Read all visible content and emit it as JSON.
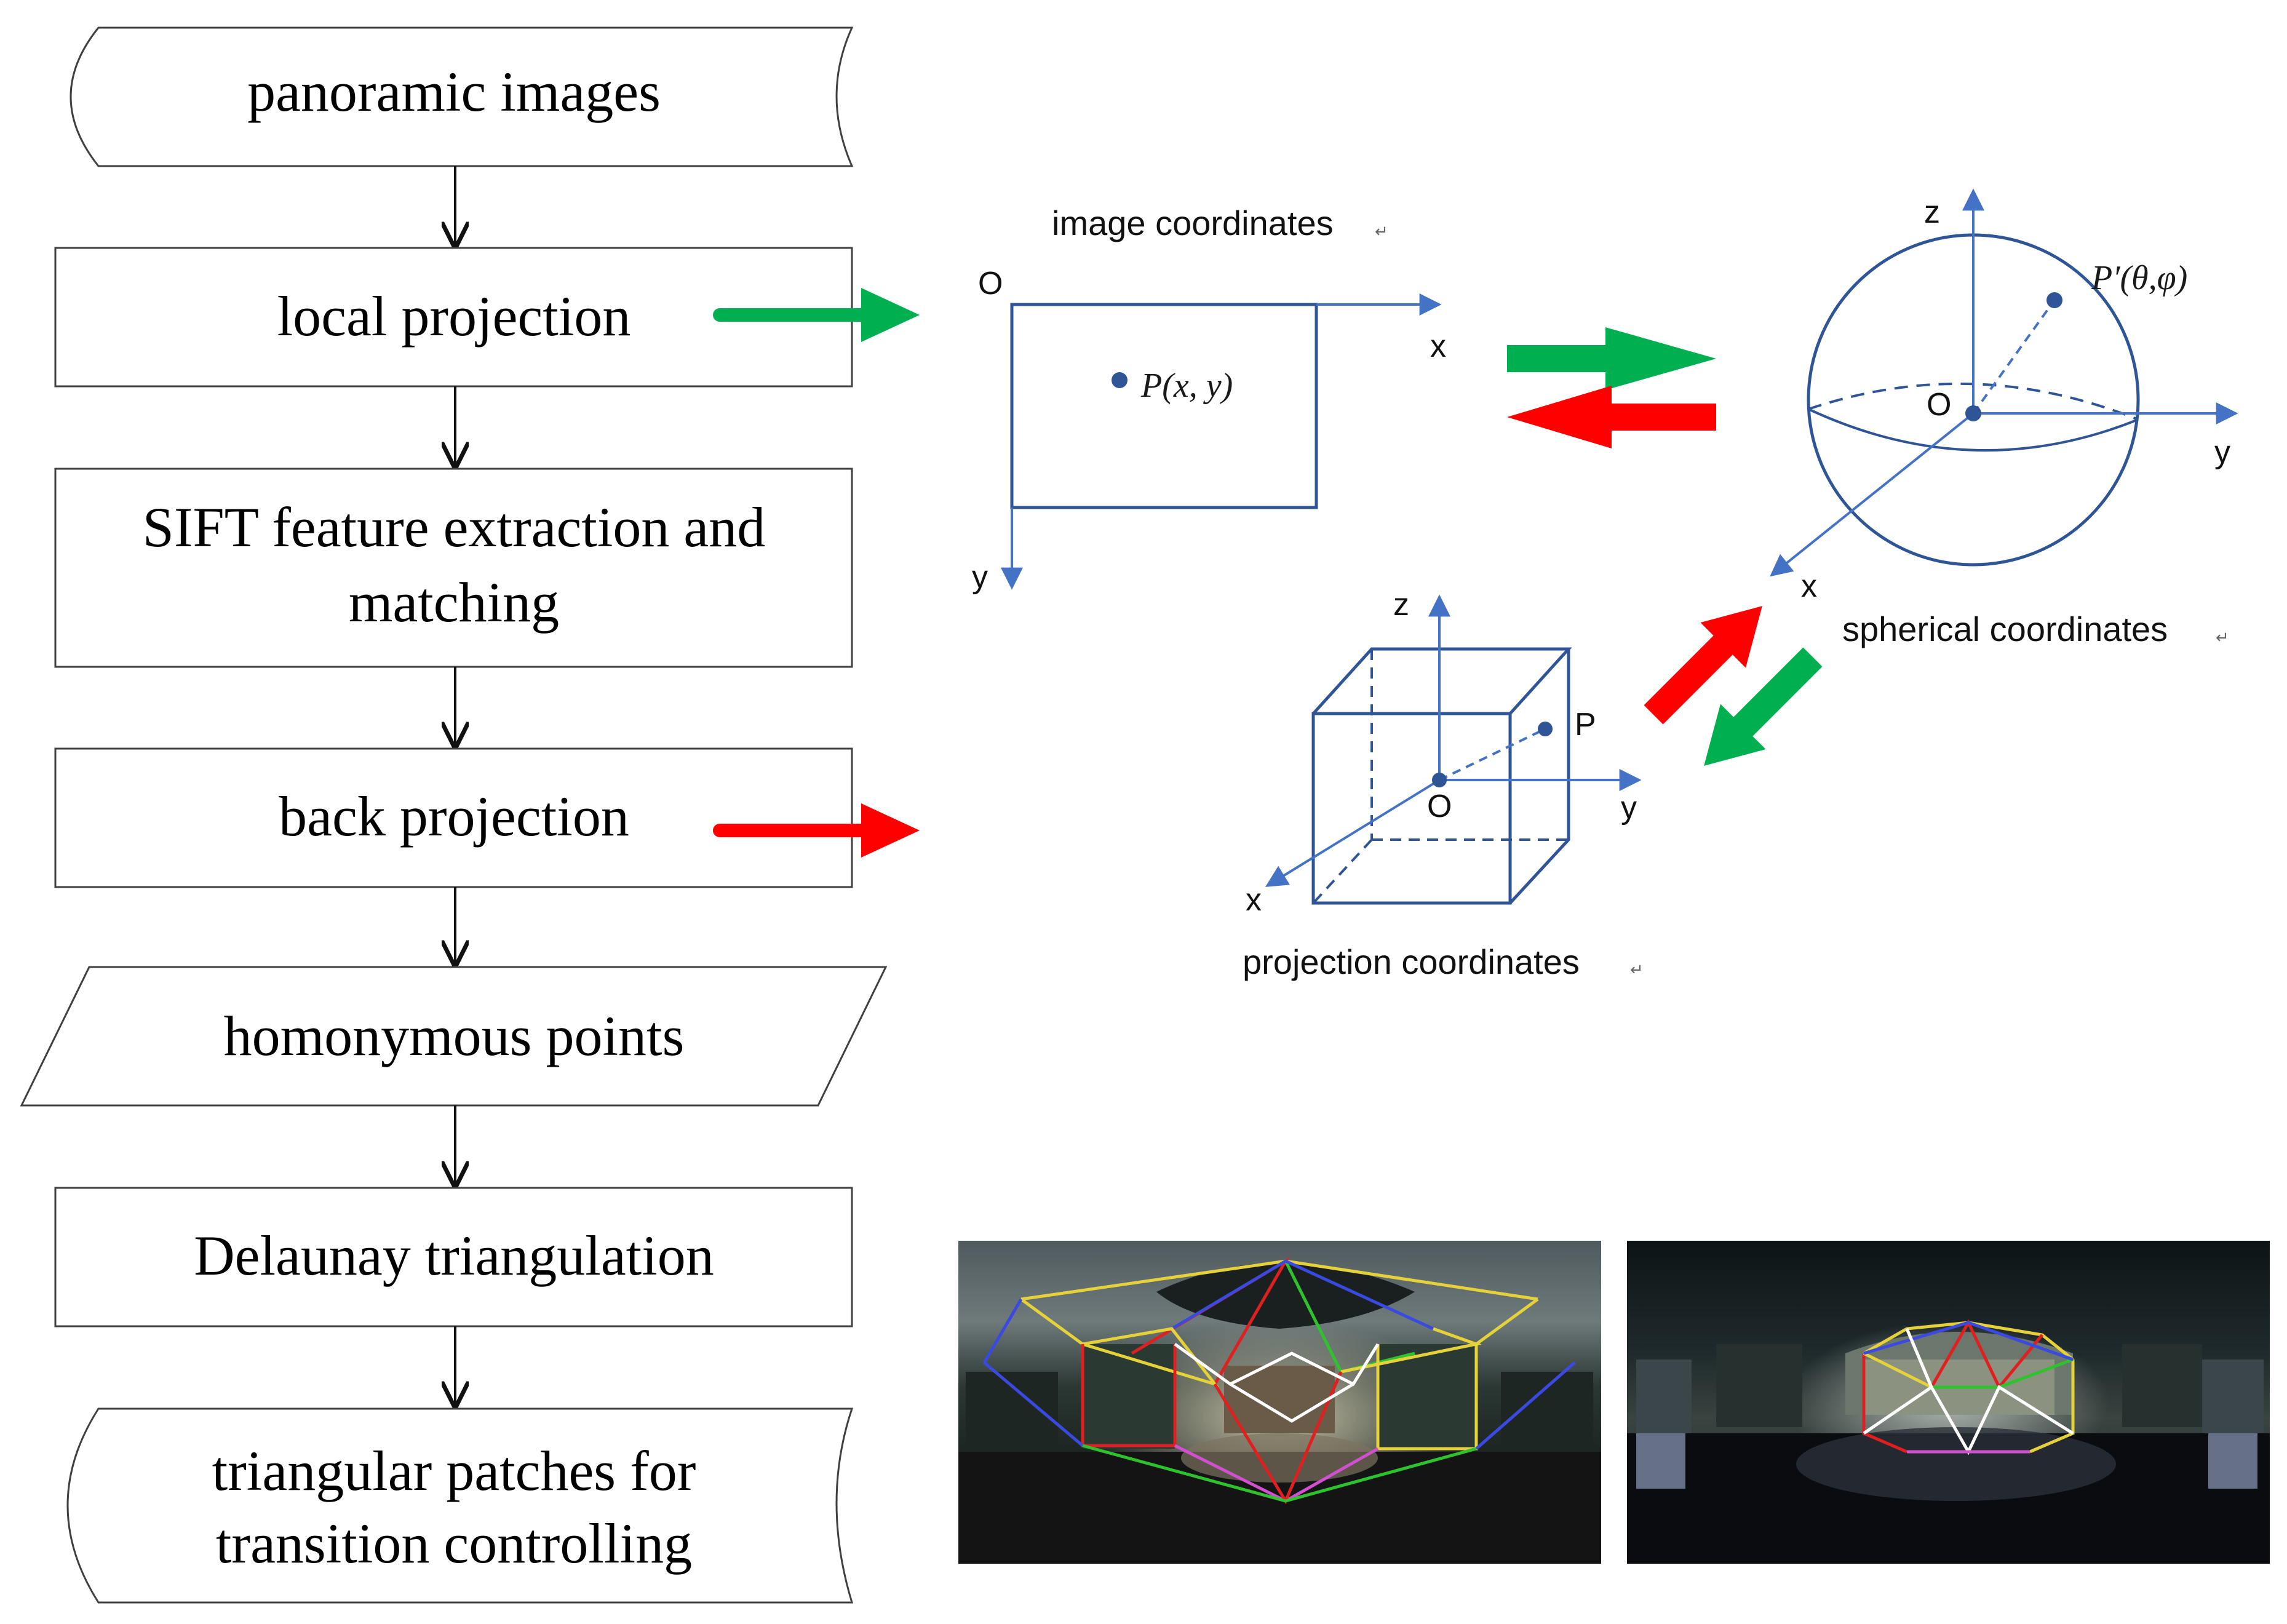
{
  "flowchart": {
    "panoramic_images": "panoramic images",
    "local_projection": "local projection",
    "sift_line1": "SIFT feature extraction and",
    "sift_line2": "matching",
    "back_projection": "back projection",
    "homonymous_points": "homonymous points",
    "delaunay": "Delaunay triangulation",
    "triangular_line1": "triangular patches for",
    "triangular_line2": "transition controlling"
  },
  "image_coords": {
    "title": "image coordinates",
    "origin": "O",
    "x_axis": "x",
    "y_axis": "y",
    "point": "P(x, y)"
  },
  "spherical_coords": {
    "title": "spherical coordinates",
    "origin": "O",
    "x_axis": "x",
    "y_axis": "y",
    "z_axis": "z",
    "point": "P′(θ,φ)"
  },
  "projection_coords": {
    "title": "projection coordinates",
    "origin": "O",
    "x_axis": "x",
    "y_axis": "y",
    "z_axis": "z",
    "point": "P"
  },
  "colors": {
    "green_arrow": "#00b050",
    "red_arrow": "#ff0000",
    "diagram_blue": "#2f5597",
    "axis_blue": "#4472c4",
    "box_stroke": "#404040"
  }
}
